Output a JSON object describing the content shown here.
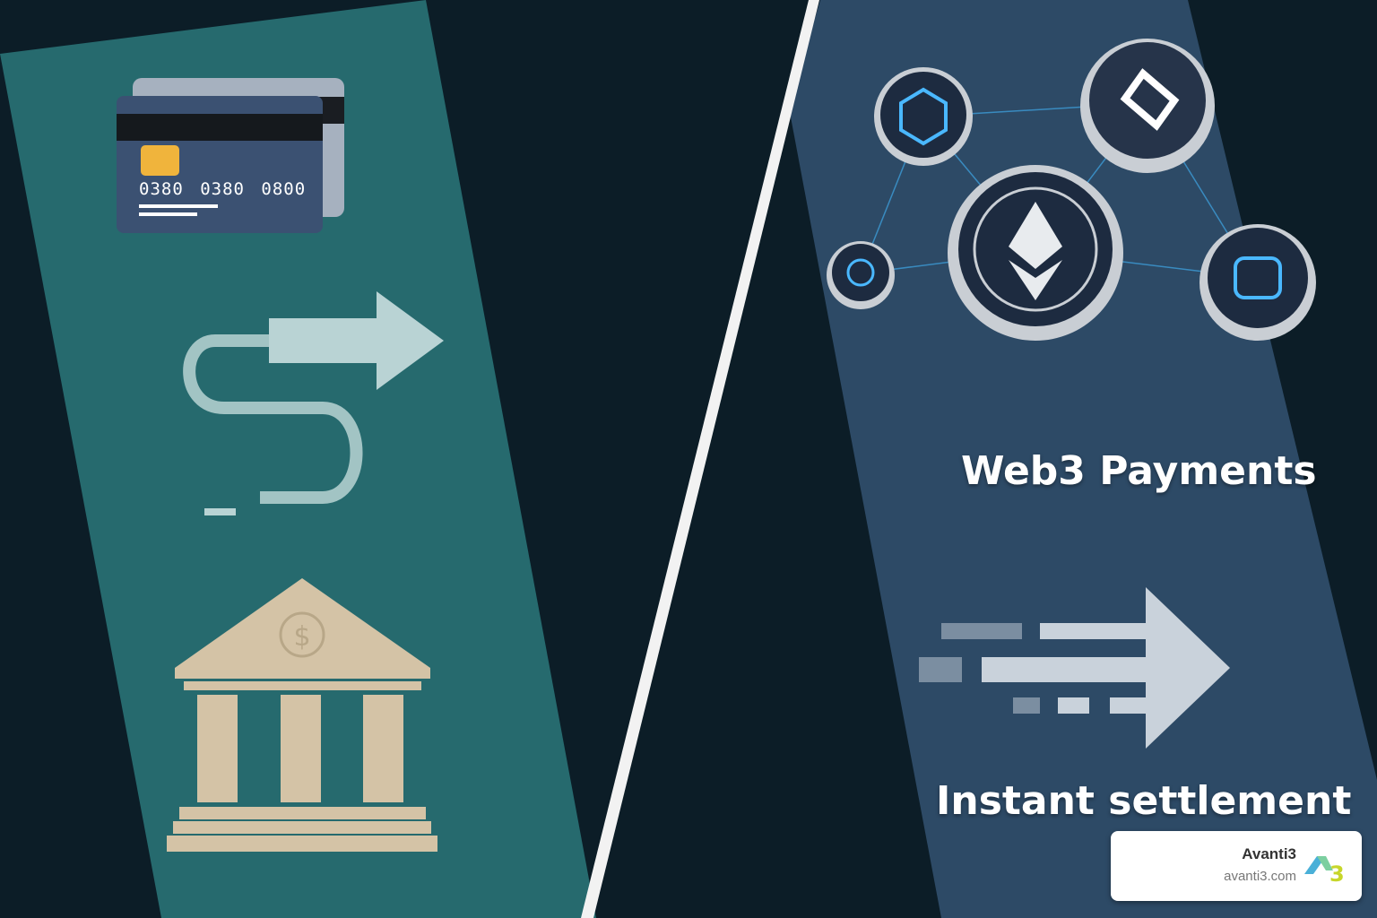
{
  "card": {
    "number": "0380 0380 0800"
  },
  "right": {
    "title": "Web3 Payments",
    "subtitle": "Instant settlement"
  },
  "badge": {
    "name": "Avanti3",
    "url": "avanti3.com",
    "logo_text": "A3"
  },
  "colors": {
    "background": "#0c1d27",
    "teal_band": "#266a6e",
    "blue_band": "#2d4a66",
    "bank": "#d4c3a6"
  }
}
